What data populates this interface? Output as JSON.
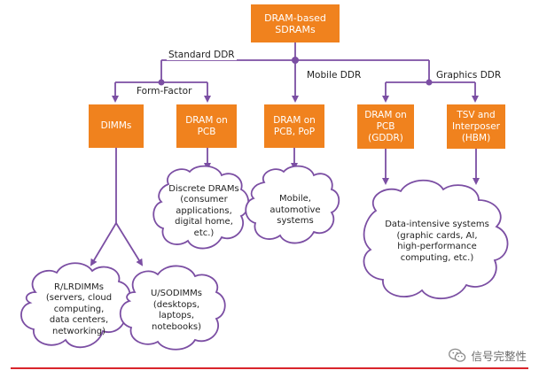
{
  "root": {
    "label": "DRAM-based\nSDRAMs"
  },
  "branches": {
    "standard": "Standard DDR",
    "mobile": "Mobile DDR",
    "graphics": "Graphics DDR",
    "form_factor": "Form-Factor"
  },
  "boxes": {
    "dimms": "DIMMs",
    "dram_pcb": "DRAM on\nPCB",
    "dram_pcb_pop": "DRAM on\nPCB, PoP",
    "dram_pcb_gddr": "DRAM on\nPCB\n(GDDR)",
    "tsv": "TSV and\nInterposer\n(HBM)"
  },
  "clouds": {
    "rlrdimms": "R/LRDIMMs\n(servers, cloud\ncomputing,\ndata centers,\nnetworking)",
    "usodimms": "U/SODIMMs\n(desktops,\nlaptops,\nnotebooks)",
    "discrete": "Discrete DRAMs\n(consumer\napplications,\ndigital home,\netc.)",
    "mobile": "Mobile,\nautomotive\nsystems",
    "data_intensive": "Data-intensive systems\n(graphic cards, AI,\nhigh-performance\ncomputing, etc.)"
  },
  "watermark": {
    "text": "信号完整性",
    "icon": "wechat-icon"
  },
  "colors": {
    "box_fill": "#f0821e",
    "line": "#7b4ea3",
    "rule": "#d9252b"
  }
}
